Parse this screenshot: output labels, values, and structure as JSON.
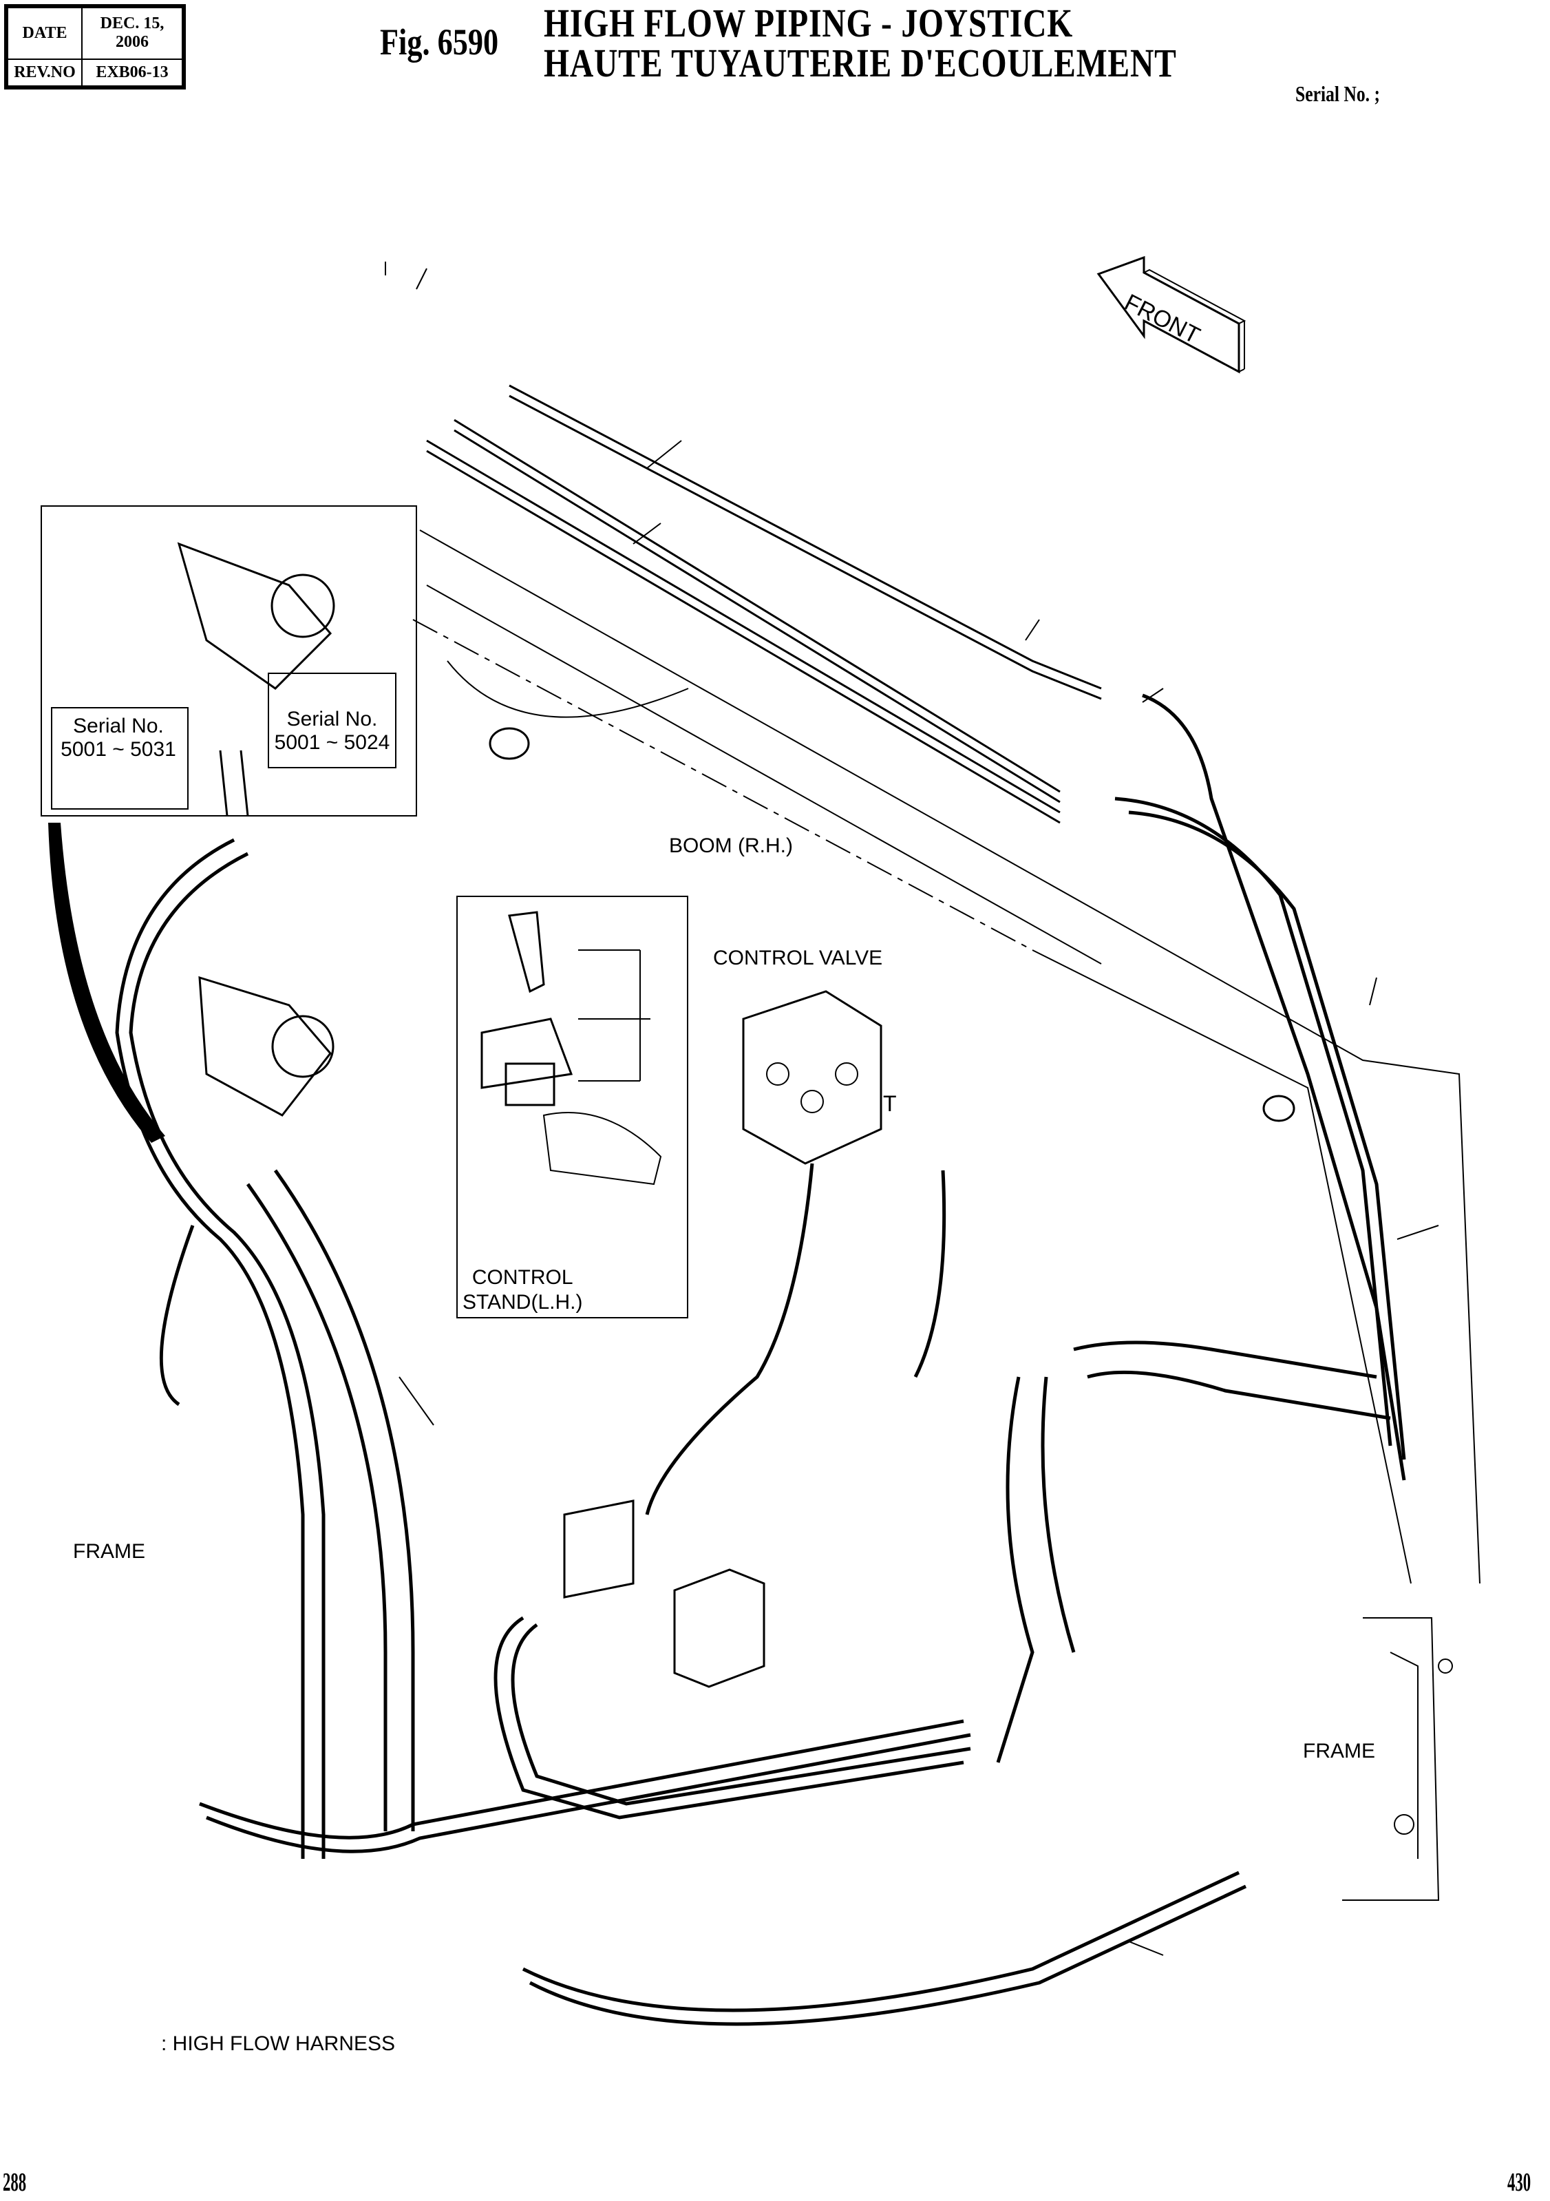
{
  "header": {
    "date_label": "DATE",
    "date_value": "DEC. 15, 2006",
    "rev_label": "REV.NO",
    "rev_value": "EXB06-13",
    "figure": "Fig. 6590",
    "title_en": "HIGH FLOW PIPING - JOYSTICK",
    "title_fr": "HAUTE TUYAUTERIE D'ECOULEMENT",
    "serial": "Serial No. ;"
  },
  "labels": {
    "front_arrow": "FRONT",
    "inset_serial_a_line1": "Serial No.",
    "inset_serial_a_line2": "5001 ~ 5031",
    "inset_serial_b_line1": "Serial No.",
    "inset_serial_b_line2": "5001 ~ 5024",
    "boom": "BOOM (R.H.)",
    "control_valve": "CONTROL VALVE",
    "valve_port": "T",
    "control_stand_line1": "CONTROL",
    "control_stand_line2": "STAND(L.H.)",
    "frame_left": "FRAME",
    "frame_right": "FRAME",
    "legend": ": HIGH FLOW HARNESS"
  },
  "footer": {
    "page_left": "288",
    "page_right": "430"
  }
}
